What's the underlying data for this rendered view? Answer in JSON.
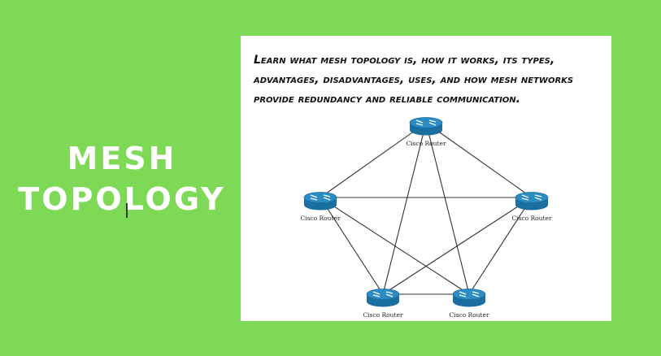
{
  "title": {
    "line1": "MESH",
    "line2": "TOPOLOGY"
  },
  "description": "Learn what mesh topology is, how it works, its types, advantages, disadvantages, uses, and how mesh networks provide redundancy and reliable communication.",
  "diagram": {
    "nodes": [
      {
        "id": "top",
        "label": "Cisco Router"
      },
      {
        "id": "left",
        "label": "Cisco Router"
      },
      {
        "id": "right",
        "label": "Cisco Router"
      },
      {
        "id": "bottom-left",
        "label": "Cisco Router"
      },
      {
        "id": "bottom-right",
        "label": "Cisco Router"
      }
    ],
    "links": [
      [
        "top",
        "left"
      ],
      [
        "top",
        "right"
      ],
      [
        "top",
        "bottom-left"
      ],
      [
        "top",
        "bottom-right"
      ],
      [
        "left",
        "right"
      ],
      [
        "left",
        "bottom-left"
      ],
      [
        "left",
        "bottom-right"
      ],
      [
        "right",
        "bottom-left"
      ],
      [
        "right",
        "bottom-right"
      ],
      [
        "bottom-left",
        "bottom-right"
      ]
    ],
    "colors": {
      "router_body": "#1a6fa0",
      "router_top": "#2b8cc4",
      "router_arrow": "#ffffff",
      "link": "#333333"
    },
    "icon": "router-icon"
  }
}
